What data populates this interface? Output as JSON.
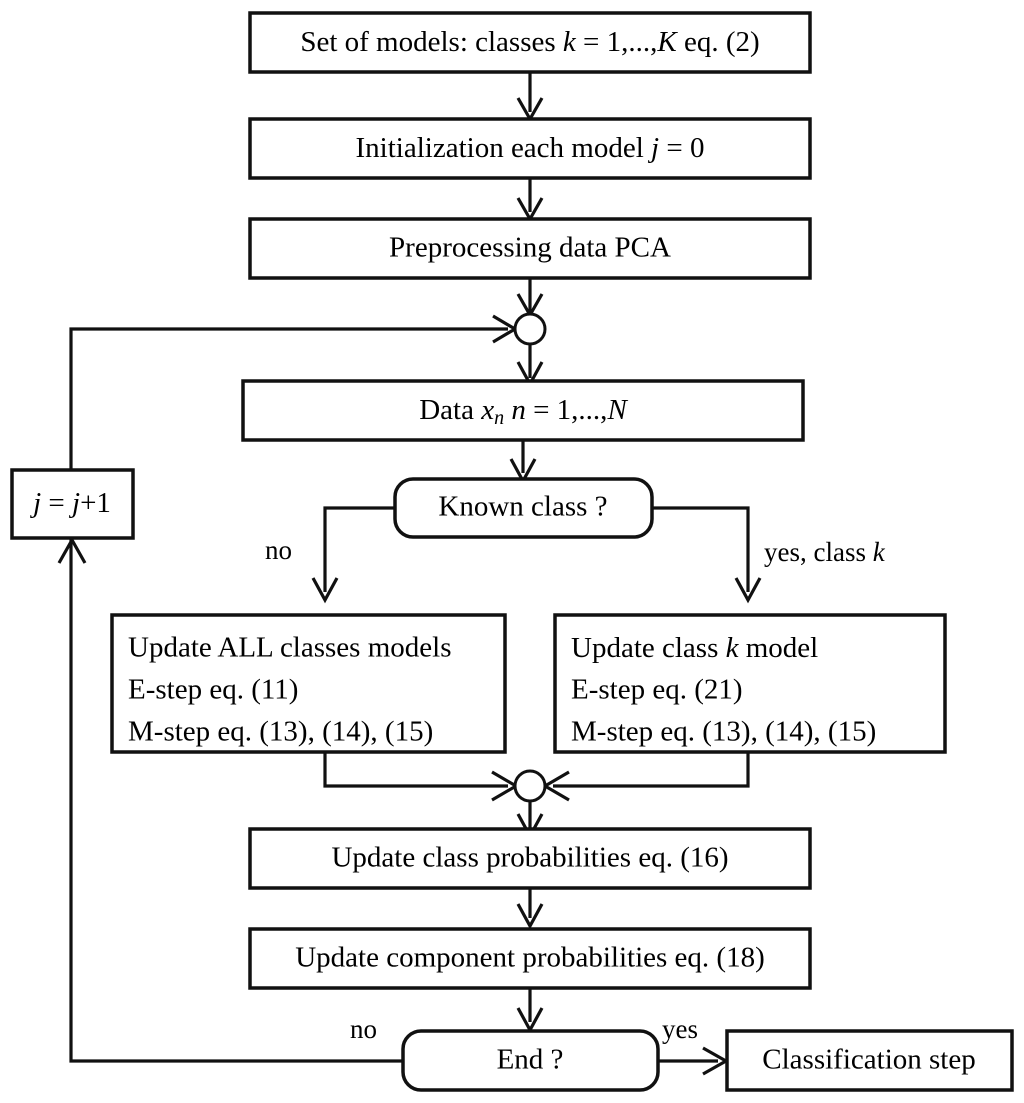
{
  "diagram": {
    "title": "EM classification algorithm flowchart",
    "stroke_color": "#111111",
    "background_color": "#ffffff",
    "nodes": {
      "set_of_models": {
        "shape": "rectangle",
        "text_parts": [
          "Set of models: classes  ",
          "k",
          " = 1,...,",
          "K",
          "  eq. (2)"
        ],
        "plain_text": "Set of models: classes k = 1,...,K eq. (2)"
      },
      "initialization": {
        "shape": "rectangle",
        "text_parts": [
          "Initialization each model  ",
          "j",
          " = 0"
        ],
        "plain_text": "Initialization each model j = 0"
      },
      "preprocessing": {
        "shape": "rectangle",
        "plain_text": "Preprocessing data PCA"
      },
      "data": {
        "shape": "rectangle",
        "text_parts": [
          "Data  ",
          "x",
          "n",
          "  ",
          "n",
          " = 1,...,",
          "N"
        ],
        "plain_text": "Data x_n n = 1,...,N"
      },
      "known_class": {
        "shape": "rounded-rectangle",
        "plain_text": "Known class ?"
      },
      "increment_j": {
        "shape": "rectangle",
        "text_parts": [
          "j",
          " = ",
          "j",
          "+1"
        ],
        "plain_text": "j = j+1"
      },
      "update_all_classes": {
        "shape": "rectangle",
        "lines": [
          "Update ALL classes models",
          "E-step   eq. (11)",
          "M-step  eq. (13), (14), (15)"
        ]
      },
      "update_class_k": {
        "shape": "rectangle",
        "lines_parts": [
          [
            "Update class ",
            "k",
            " model"
          ],
          [
            "E-step   eq. (21)"
          ],
          [
            "M-step  eq. (13), (14), (15)"
          ]
        ],
        "lines": [
          "Update class k model",
          "E-step   eq. (21)",
          "M-step  eq. (13), (14), (15)"
        ]
      },
      "update_class_probabilities": {
        "shape": "rectangle",
        "plain_text": "Update class probabilities  eq. (16)"
      },
      "update_component_probabilities": {
        "shape": "rectangle",
        "plain_text": "Update component probabilities  eq. (18)"
      },
      "end_decision": {
        "shape": "rounded-rectangle",
        "plain_text": "End ?"
      },
      "classification_step": {
        "shape": "rectangle",
        "plain_text": "Classification step"
      },
      "junction_top": {
        "shape": "circle",
        "plain_text": ""
      },
      "junction_merge": {
        "shape": "circle",
        "plain_text": ""
      }
    },
    "edge_labels": {
      "known_class_no": "no",
      "known_class_yes": "yes, class k",
      "known_class_yes_parts": [
        "yes, class ",
        "k"
      ],
      "end_no": "no",
      "end_yes": "yes"
    }
  }
}
